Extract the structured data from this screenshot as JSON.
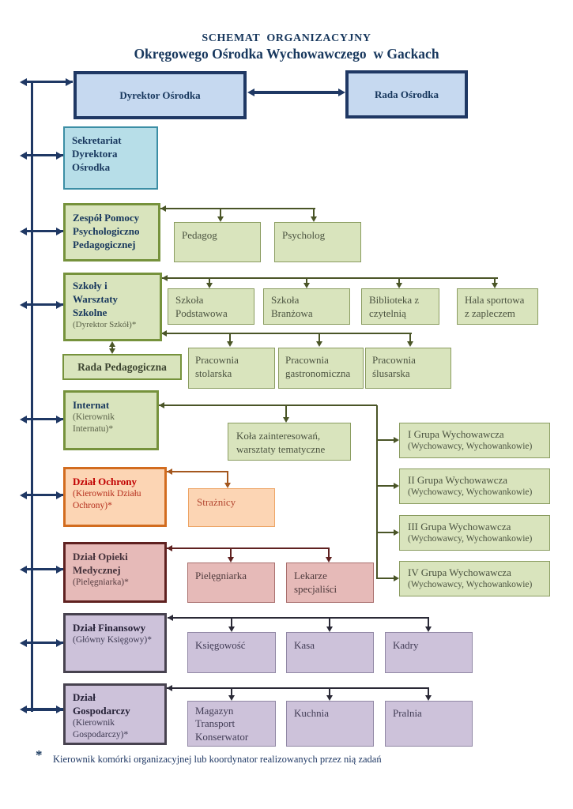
{
  "title": {
    "line1": "SCHEMAT  ORGANIZACYJNY",
    "line2": "Okręgowego Ośrodka Wychowawczego  w Gackach"
  },
  "top": {
    "director": "Dyrektor Ośrodka",
    "council": "Rada Ośrodka"
  },
  "secretariat": {
    "title": "Sekretariat\nDyrektora\nOśrodka"
  },
  "psych_team": {
    "title": "Zespół Pomocy\nPsychologiczno\nPedagogicznej",
    "children": {
      "pedagog": "Pedagog",
      "psycholog": "Psycholog"
    }
  },
  "schools": {
    "title": "Szkoły i\nWarsztaty\nSzkolne",
    "subtitle": "(Dyrektor Szkół)*",
    "children": {
      "primary": "Szkoła\nPodstawowa",
      "trade": "Szkoła\nBranżowa",
      "library": "Biblioteka z\nczytelnią",
      "sports_hall": "Hala sportowa\nz zapleczem"
    },
    "workshops": {
      "carpentry": "Pracownia\nstolarska",
      "gastronomy": "Pracownia\ngastronomiczna",
      "locksmith": "Pracownia\nślusarska"
    }
  },
  "pedagogical_council": {
    "title": "Rada Pedagogiczna"
  },
  "internat": {
    "title": "Internat",
    "subtitle": "(Kierownik\nInternatu)*",
    "clubs": "Koła zainteresowań,\nwarsztaty tematyczne",
    "groups": [
      {
        "line1": "I Grupa Wychowawcza",
        "line2": "(Wychowawcy, Wychowankowie)"
      },
      {
        "line1": "II Grupa Wychowawcza",
        "line2": "(Wychowawcy, Wychowankowie)"
      },
      {
        "line1": "III Grupa Wychowawcza",
        "line2": "(Wychowawcy, Wychowankowie)"
      },
      {
        "line1": "IV Grupa Wychowawcza",
        "line2": "(Wychowawcy, Wychowankowie)"
      }
    ]
  },
  "security": {
    "title": "Dział Ochrony",
    "subtitle": "(Kierownik Działu\nOchrony)*",
    "children": {
      "guards": "Strażnicy"
    }
  },
  "medical": {
    "title": "Dział Opieki\nMedycznej",
    "subtitle": "(Pielęgniarka)*",
    "children": {
      "nurse": "Pielęgniarka",
      "doctors": "Lekarze\nspecjaliści"
    }
  },
  "finance": {
    "title": "Dział Finansowy",
    "subtitle": "(Główny Księgowy)*",
    "children": {
      "accounting": "Księgowość",
      "cash_desk": "Kasa",
      "hr": "Kadry"
    }
  },
  "facilities": {
    "title": "Dział\nGospodarczy",
    "subtitle": "(Kierownik\nGospodarczy)*",
    "children": {
      "warehouse": "Magazyn\nTransport\nKonserwator",
      "kitchen": "Kuchnia",
      "laundry": "Pralnia"
    }
  },
  "footnote": {
    "marker": "*",
    "text": "Kierownik komórki organizacyjnej lub koordynator realizowanych przez nią zadań"
  },
  "colors": {
    "navy": "#17375d",
    "arrow_navy": "#1f3864",
    "blue_fill": "#c6d9f0",
    "blue_border": "#1f3864",
    "teal_fill": "#b7dee8",
    "teal_border": "#3c8ea5",
    "green_fill": "#d9e4bd",
    "green_border": "#76923c",
    "green_line": "#4a5527",
    "green_text": "#4b5340",
    "orange_fill": "#fcd5b4",
    "orange_border": "#d26c1f",
    "orange_line": "#a4571e",
    "red_text": "#c00000",
    "pink_fill": "#e6bab8",
    "pink_border": "#5f2120",
    "pink_line": "#5f2120",
    "purple_fill": "#cdc2da",
    "purple_border": "#47424f",
    "purple_line": "#2a2936"
  }
}
